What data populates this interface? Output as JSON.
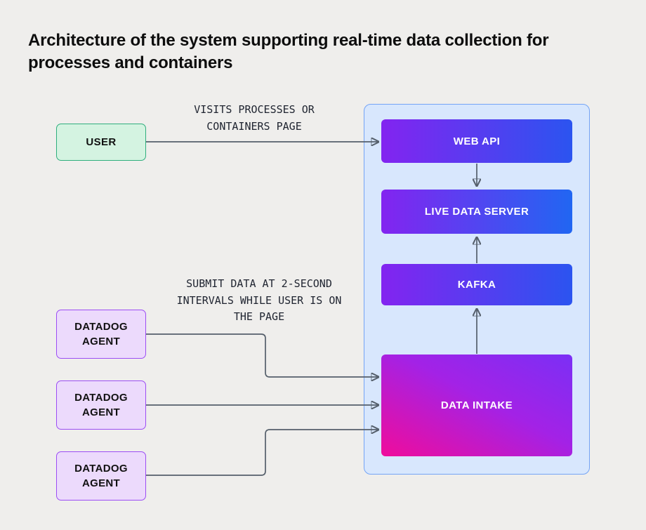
{
  "title": "Architecture of the system supporting real-time data collection for processes and containers",
  "annotations": {
    "user_to_webapi": "VISITS PROCESSES OR CONTAINERS PAGE",
    "agents_to_intake": "SUBMIT DATA AT 2-SECOND INTERVALS WHILE USER IS ON THE PAGE"
  },
  "nodes": {
    "user": {
      "label": "USER"
    },
    "web_api": {
      "label": "WEB API"
    },
    "live_data_server": {
      "label": "LIVE DATA SERVER"
    },
    "kafka": {
      "label": "KAFKA"
    },
    "data_intake": {
      "label": "DATA INTAKE"
    },
    "agents": [
      {
        "label": "DATADOG AGENT"
      },
      {
        "label": "DATADOG AGENT"
      },
      {
        "label": "DATADOG AGENT"
      }
    ]
  },
  "colors": {
    "background": "#efeeec",
    "user_fill": "#d4f3e1",
    "user_border": "#2fae7d",
    "agent_fill": "#ecdafc",
    "agent_border": "#9c4df4",
    "panel_fill": "#d8e7fd",
    "panel_border": "#74a4f6",
    "gradient_purple": "#8324f0",
    "gradient_blue": "#2b54f0",
    "intake_pink": "#f00c9b",
    "intake_purple": "#7b2ff5",
    "arrow": "#555f6b"
  }
}
